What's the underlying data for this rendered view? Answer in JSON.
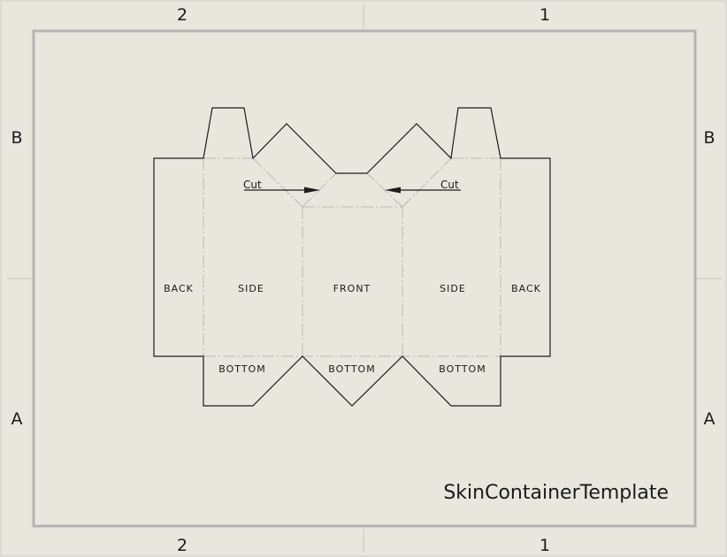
{
  "sheet": {
    "zones_top": [
      "2",
      "1"
    ],
    "zones_bottom": [
      "2",
      "1"
    ],
    "zones_left": [
      "B",
      "A"
    ],
    "zones_right": [
      "B",
      "A"
    ],
    "title": "SkinContainerTemplate",
    "background_color": "#e8e7de",
    "border_color": "#b3b3b3"
  },
  "template": {
    "panels": {
      "back_left": "BACK",
      "side_left": "SIDE",
      "front": "FRONT",
      "side_right": "SIDE",
      "back_right": "BACK"
    },
    "bottom_flaps": [
      "BOTTOM",
      "BOTTOM",
      "BOTTOM"
    ],
    "cut_labels": [
      "Cut",
      "Cut"
    ]
  }
}
